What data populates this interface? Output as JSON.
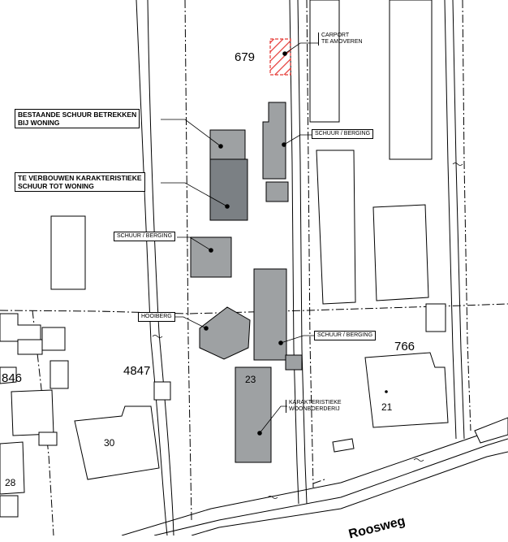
{
  "parcels": [
    "679",
    "4847",
    "766",
    "846"
  ],
  "house_numbers": [
    "23",
    "21",
    "30",
    "28"
  ],
  "labels": {
    "existing_shed": "BESTAANDE SCHUUR BETREKKEN\nBIJ WONING",
    "convert_shed": "TE VERBOUWEN KARAKTERISTIEKE\nSCHUUR TOT WONING",
    "shed_storage_1": "SCHUUR / BERGING",
    "shed_storage_2": "SCHUUR / BERGING",
    "shed_storage_3": "SCHUUR / BERGING",
    "haystack": "HOOIBERG",
    "carport": "CARPORT\nTE AMOVEREN",
    "farmhouse": "KARAKTERISTIEKE\nWOONBOERDERIJ"
  },
  "street_name": "Roosweg",
  "colors": {
    "building_light": "#9ea1a3",
    "building_dark": "#7b8084",
    "carport_hatch": "#e53935"
  }
}
